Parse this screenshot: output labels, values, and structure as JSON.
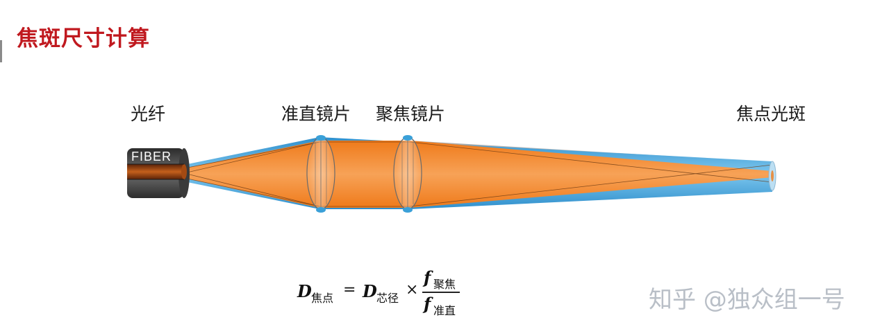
{
  "title": "焦斑尺寸计算",
  "labels": {
    "fiber": "光纤",
    "collimator": "准直镜片",
    "focusing": "聚焦镜片",
    "spot": "焦点光斑"
  },
  "fiber_text": "FIBER",
  "formula": {
    "d": "D",
    "sub_spot": "焦点",
    "equals": "=",
    "sub_core": "芯径",
    "times": "×",
    "f": "f",
    "sub_focus": "聚焦",
    "sub_collim": "准直"
  },
  "watermark": "知乎 @独众组一号",
  "colors": {
    "title": "#c0191f",
    "beam_orange": "#f07c1c",
    "beam_blue": "#3aa0d8",
    "beam_gray": "#b8b8b8",
    "fiber_body": "#4a4a4a",
    "fiber_core": "#8a3d10"
  }
}
